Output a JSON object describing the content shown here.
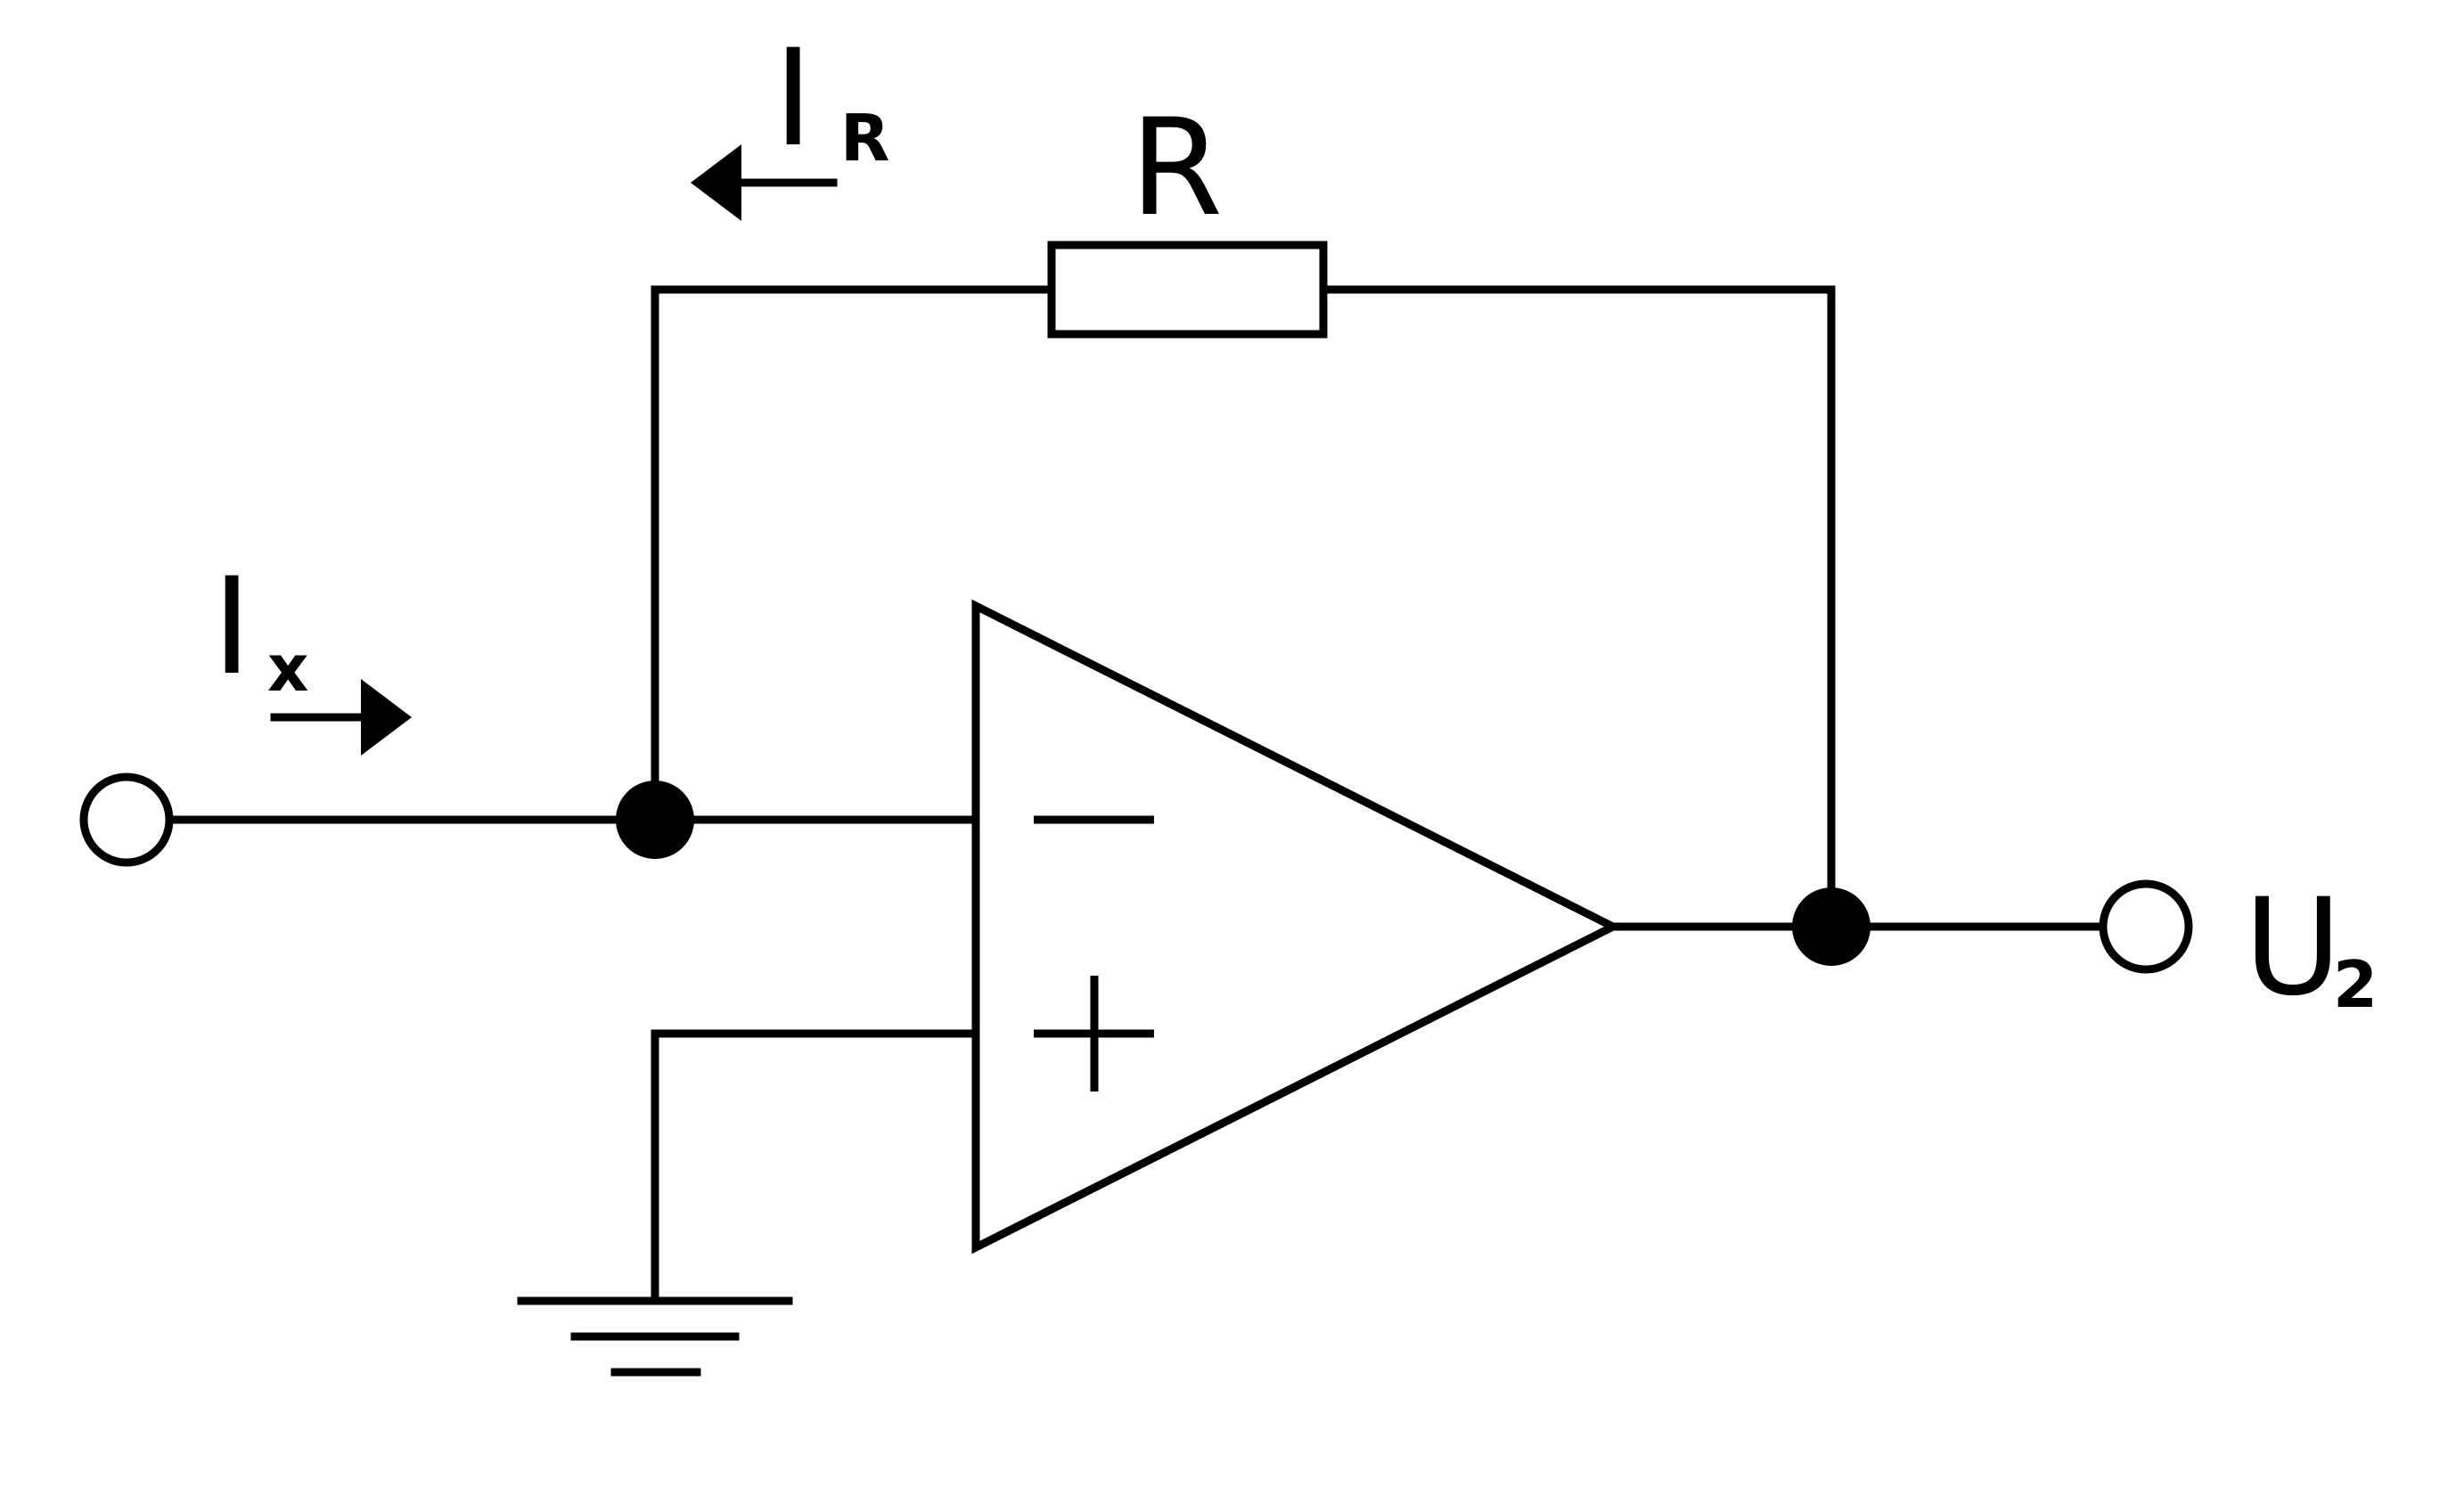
{
  "labels": {
    "resistor": "R",
    "feedback_current_main": "I",
    "feedback_current_sub": "R",
    "input_current_main": "I",
    "input_current_sub": "x",
    "output_voltage_main": "U",
    "output_voltage_sub": "2"
  },
  "opamp": {
    "inverting_input": "−",
    "non_inverting_input": "+"
  },
  "icons": {
    "input_current_arrow": "arrow-right-icon",
    "feedback_current_arrow": "arrow-left-icon",
    "ground": "ground-icon"
  }
}
